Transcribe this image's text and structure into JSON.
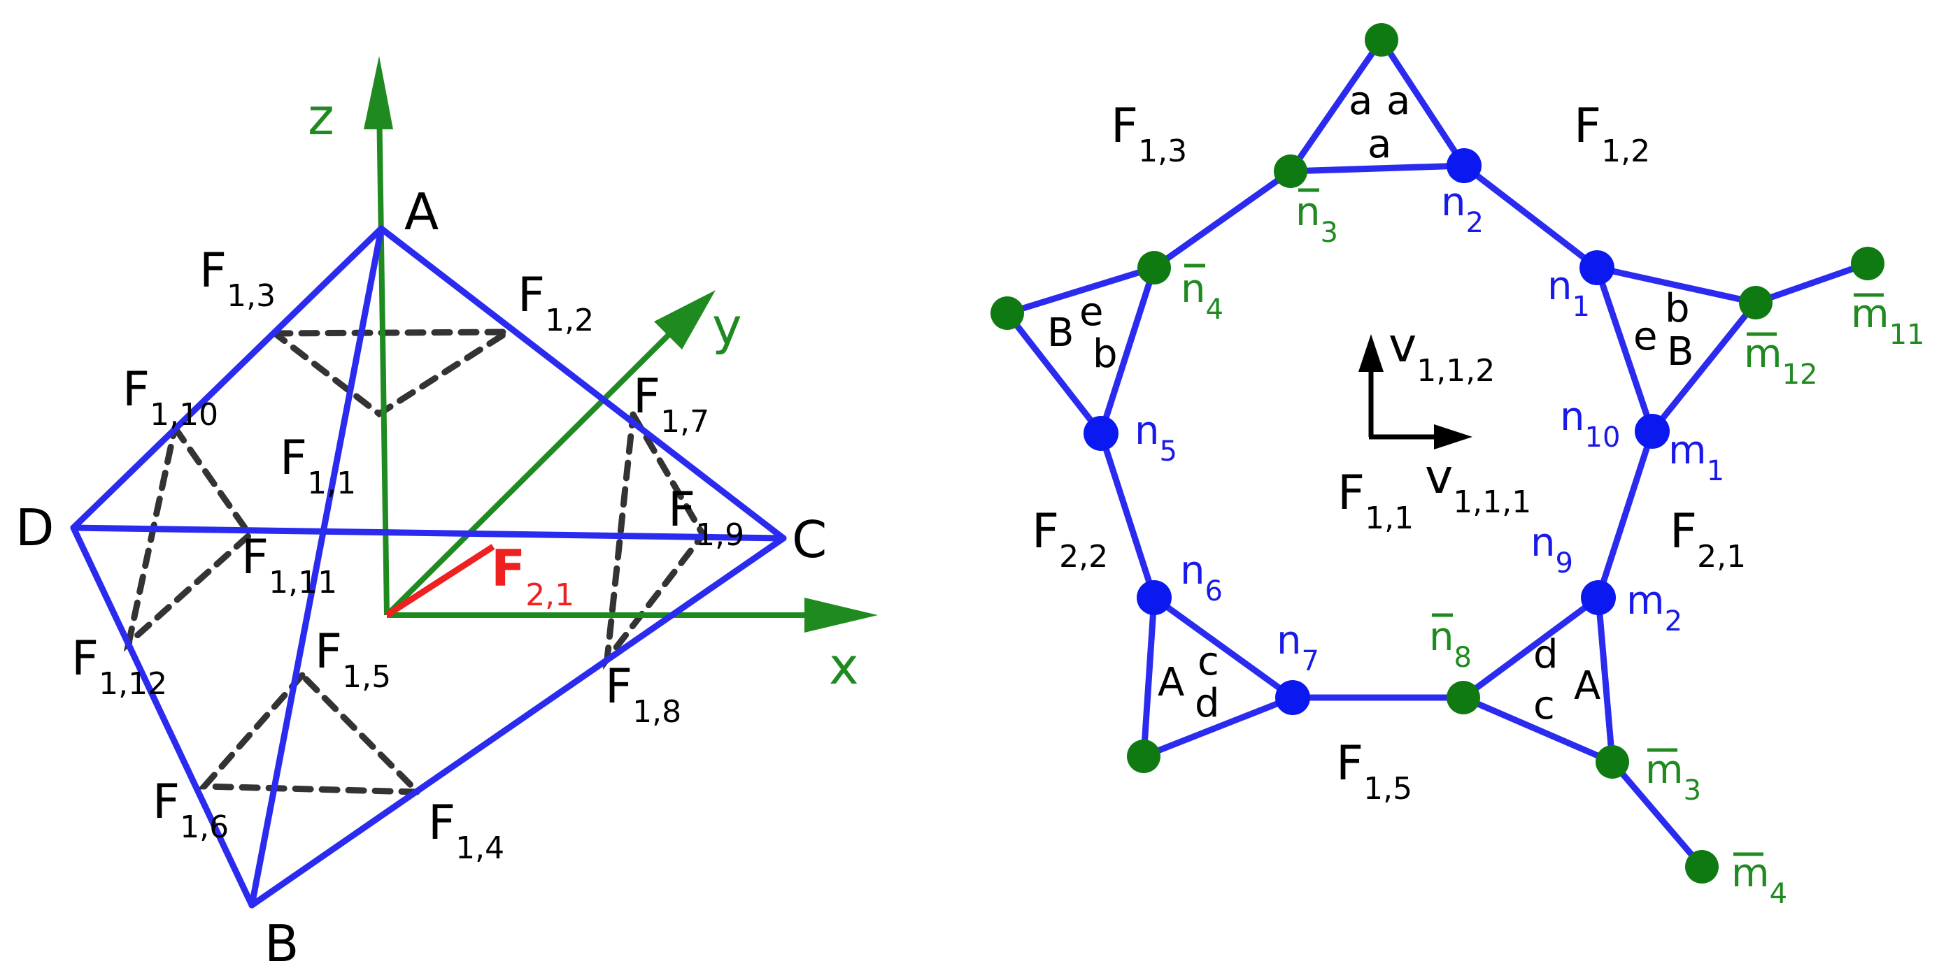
{
  "colors": {
    "edge": "#2b2bf0",
    "axis": "#1f8a1f",
    "face_vector": "#ee2020",
    "node_blue": "#0b18f0",
    "node_green": "#0f7a12",
    "label_blue": "#1a1ae8",
    "label_green": "#1f8a1f",
    "dash": "#333333"
  },
  "left": {
    "axes": {
      "x": "x",
      "y": "y",
      "z": "z"
    },
    "vertices": {
      "A": "A",
      "B": "B",
      "C": "C",
      "D": "D"
    },
    "face_vector": {
      "base": "F",
      "sub": "2,1"
    },
    "faces": [
      {
        "base": "F",
        "sub": "1,1"
      },
      {
        "base": "F",
        "sub": "1,2"
      },
      {
        "base": "F",
        "sub": "1,3"
      },
      {
        "base": "F",
        "sub": "1,4"
      },
      {
        "base": "F",
        "sub": "1,5"
      },
      {
        "base": "F",
        "sub": "1,6"
      },
      {
        "base": "F",
        "sub": "1,7"
      },
      {
        "base": "F",
        "sub": "1,8"
      },
      {
        "base": "F",
        "sub": "1,9"
      },
      {
        "base": "F",
        "sub": "1,10"
      },
      {
        "base": "F",
        "sub": "1,11"
      },
      {
        "base": "F",
        "sub": "1,12"
      }
    ]
  },
  "right": {
    "region_labels": [
      {
        "base": "F",
        "sub": "1,1"
      },
      {
        "base": "F",
        "sub": "1,2"
      },
      {
        "base": "F",
        "sub": "1,3"
      },
      {
        "base": "F",
        "sub": "1,5"
      },
      {
        "base": "F",
        "sub": "2,1"
      },
      {
        "base": "F",
        "sub": "2,2"
      }
    ],
    "vectors": [
      {
        "base": "v",
        "sub": "1,1,1"
      },
      {
        "base": "v",
        "sub": "1,1,2"
      }
    ],
    "blue_nodes": [
      {
        "base": "n",
        "sub": "1"
      },
      {
        "base": "n",
        "sub": "2"
      },
      {
        "base": "n",
        "sub": "5"
      },
      {
        "base": "n",
        "sub": "6"
      },
      {
        "base": "n",
        "sub": "7"
      },
      {
        "base": "n",
        "sub": "9"
      },
      {
        "base": "n",
        "sub": "10"
      },
      {
        "base": "m",
        "sub": "1"
      },
      {
        "base": "m",
        "sub": "2"
      }
    ],
    "green_nodes": [
      {
        "base": "n",
        "sub": "3"
      },
      {
        "base": "n",
        "sub": "4"
      },
      {
        "base": "n",
        "sub": "8"
      },
      {
        "base": "m",
        "sub": "3"
      },
      {
        "base": "m",
        "sub": "4"
      },
      {
        "base": "m",
        "sub": "11"
      },
      {
        "base": "m",
        "sub": "12"
      }
    ],
    "edge_letters": {
      "top": [
        "a",
        "a",
        "a"
      ],
      "left": [
        "B",
        "e",
        "b"
      ],
      "right": [
        "b",
        "e",
        "B"
      ],
      "bottom_left": [
        "A",
        "c",
        "d"
      ],
      "bottom_right": [
        "d",
        "c",
        "A"
      ]
    }
  }
}
